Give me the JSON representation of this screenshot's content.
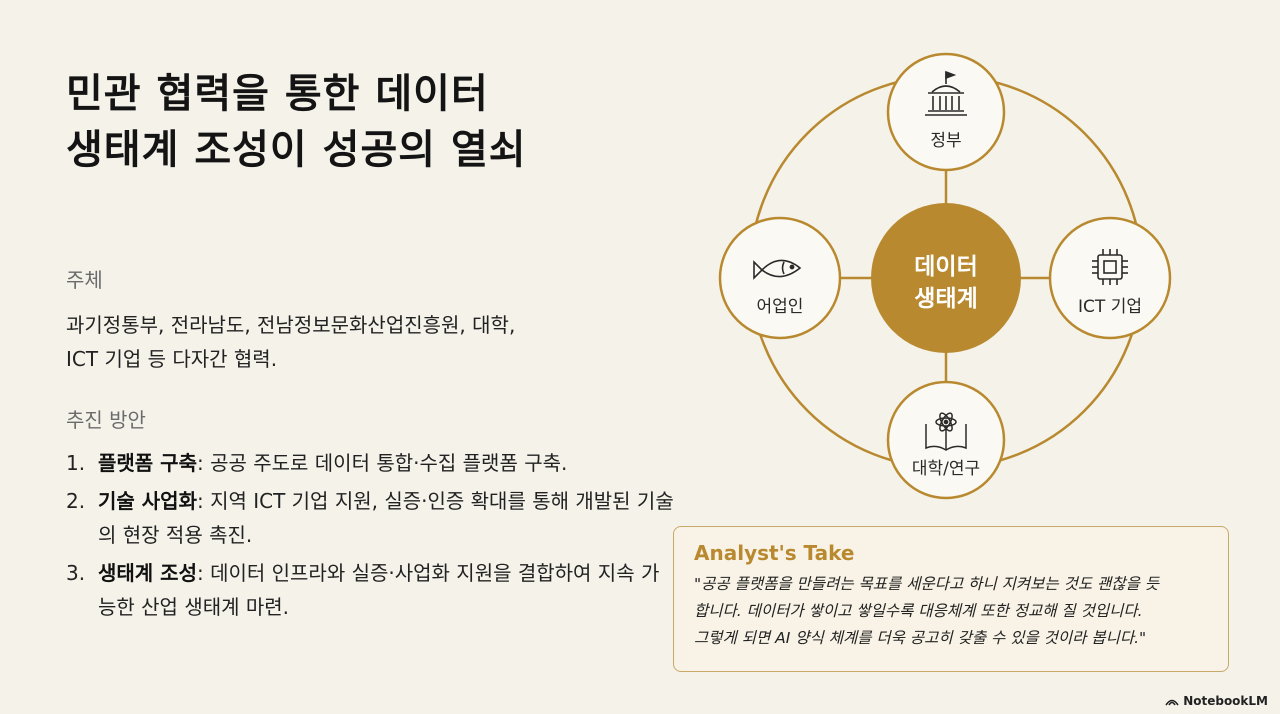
{
  "title": {
    "line1": "민관 협력을 통한 데이터",
    "line2": "생태계 조성이 성공의 열쇠"
  },
  "subject": {
    "label": "주체",
    "line1": "과기정통부, 전라남도, 전남정보문화산업진흥원, 대학,",
    "line2": "ICT 기업 등 다자간 협력."
  },
  "plan": {
    "label": "추진 방안",
    "items": [
      {
        "num": "1.",
        "bold": "플랫폼 구축",
        "text": ": 공공 주도로 데이터 통합·수집 플랫폼 구축."
      },
      {
        "num": "2.",
        "bold": "기술 사업화",
        "text": ": 지역 ICT 기업 지원, 실증·인증 확대를 통해 개발된 기술의 현장 적용 촉진."
      },
      {
        "num": "3.",
        "bold": "생태계 조성",
        "text": ": 데이터 인프라와 실증·사업화 지원을 결합하여 지속 가능한 산업 생태계 마련."
      }
    ]
  },
  "diagram": {
    "center_line1": "데이터",
    "center_line2": "생태계",
    "top": {
      "label": "정부",
      "icon": "government-building-icon"
    },
    "right": {
      "label": "ICT 기업",
      "icon": "chip-icon"
    },
    "bottom": {
      "label": "대학/연구",
      "icon": "book-atom-icon"
    },
    "left": {
      "label": "어업인",
      "icon": "fish-icon"
    }
  },
  "analyst": {
    "title": "Analyst's Take",
    "line1": "\"공공 플랫폼을 만들려는 목표를 세운다고 하니 지켜보는 것도 괜찮을 듯",
    "line2": "합니다. 데이터가 쌓이고 쌓일수록 대응체계 또한 정교해 질 것입니다.",
    "line3": "그렇게 되면 AI 양식 체계를 더욱 공고히 갖출 수 있을 것이라 봅니다.\""
  },
  "brand": "NotebookLM",
  "colors": {
    "accent": "#b8892f",
    "background": "#f5f2ea",
    "center_fill": "#b8892f"
  }
}
